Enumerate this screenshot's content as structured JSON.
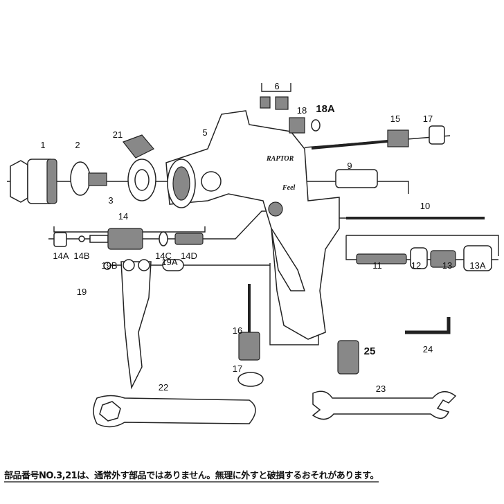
{
  "diagram": {
    "title": "Spray gun exploded parts diagram",
    "brand_marks": [
      "RAPTOR",
      "Feel"
    ],
    "labels": [
      "1",
      "2",
      "3",
      "21",
      "5",
      "6",
      "18",
      "18A",
      "15",
      "17",
      "9",
      "10",
      "14",
      "14A",
      "14B",
      "14C",
      "14D",
      "11",
      "12",
      "13",
      "13A",
      "19B",
      "19A",
      "19",
      "16",
      "17",
      "25",
      "24",
      "22",
      "23"
    ]
  },
  "note": "部品番号NO.3,21は、通常外す部品ではありません。無理に外すと破損するおそれがあります。"
}
